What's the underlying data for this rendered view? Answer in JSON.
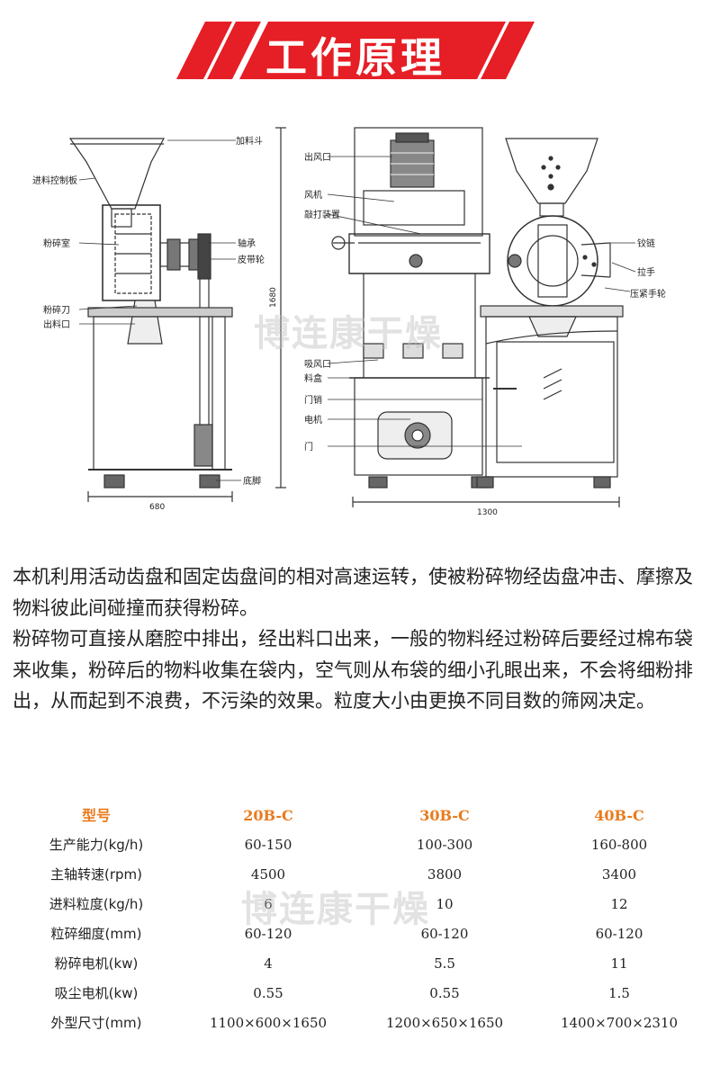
{
  "banner": {
    "title": "工作原理",
    "color": "#e61e25"
  },
  "drawing": {
    "left_labels": {
      "hopper": "加料斗",
      "feed_control": "进料控制板",
      "grinding_chamber": "粉碎室",
      "bearing": "轴承",
      "pulley": "皮带轮",
      "crushing_blade": "粉碎刀",
      "outlet": "出料口",
      "base_foot": "底脚",
      "width_dim": "680"
    },
    "middle_labels": {
      "air_outlet": "出风口",
      "fan": "风机",
      "beating_device": "敲打装置",
      "suction": "吸风口",
      "tray": "料盒",
      "door_latch": "门销",
      "motor": "电机",
      "door": "门",
      "height_dim": "1680",
      "width_dim": "1300"
    },
    "right_labels": {
      "hinge": "铰链",
      "handle": "拉手",
      "pressure_wheel": "压紧手轮"
    }
  },
  "watermark": "博连康干燥",
  "description": {
    "para1": "本机利用活动齿盘和固定齿盘间的相对高速运转，使被粉碎物经齿盘冲击、摩擦及物料彼此间碰撞而获得粉碎。",
    "para2": "粉碎物可直接从磨腔中排出，经出料口出来，一般的物料经过粉碎后要经过棉布袋来收集，粉碎后的物料收集在袋内，空气则从布袋的细小孔眼出来，不会将细粉排出，从而起到不浪费，不污染的效果。粒度大小由更换不同目数的筛网决定。"
  },
  "spec_table": {
    "header": [
      "型号",
      "20B-C",
      "30B-C",
      "40B-C"
    ],
    "header_color": "#e87a1d",
    "rows": [
      [
        "生产能力(kg/h)",
        "60-150",
        "100-300",
        "160-800"
      ],
      [
        "主轴转速(rpm)",
        "4500",
        "3800",
        "3400"
      ],
      [
        "进料粒度(kg/h)",
        "6",
        "10",
        "12"
      ],
      [
        "粒碎细度(mm)",
        "60-120",
        "60-120",
        "60-120"
      ],
      [
        "粉碎电机(kw)",
        "4",
        "5.5",
        "11"
      ],
      [
        "吸尘电机(kw)",
        "0.55",
        "0.55",
        "1.5"
      ],
      [
        "外型尺寸(mm)",
        "1100×600×1650",
        "1200×650×1650",
        "1400×700×2310"
      ]
    ]
  }
}
